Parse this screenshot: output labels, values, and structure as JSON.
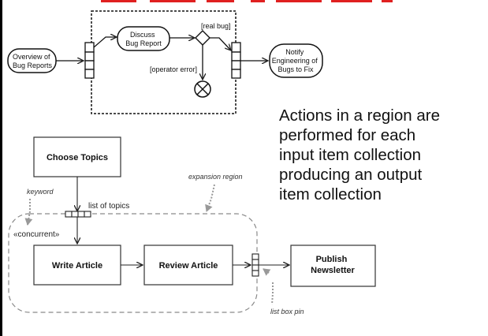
{
  "top_diagram": {
    "overview_label": [
      "Overview of",
      "Bug Reports"
    ],
    "discuss_label": [
      "Discuss",
      "Bug Report"
    ],
    "guard_real_bug": "[real bug]",
    "guard_operator_error": "[operator error]",
    "notify_label": [
      "Notify",
      "Engineering of",
      "Bugs to Fix"
    ]
  },
  "bottom_diagram": {
    "choose_topics": "Choose Topics",
    "write_article": "Write Article",
    "review_article": "Review Article",
    "publish_label": [
      "Publish",
      "Newsletter"
    ],
    "list_of_topics": "list of topics",
    "keyword_label": "keyword",
    "concurrent_label": "«concurrent»",
    "expansion_region_label": "expansion region",
    "list_box_pin_label": "list box pin"
  },
  "note": {
    "lines": [
      "Actions in a region are",
      "performed for each",
      "input item collection",
      "producing an output",
      "item collection"
    ]
  },
  "colors": {
    "header_fragment": "#e02020",
    "dashed_hint": "#999999"
  }
}
